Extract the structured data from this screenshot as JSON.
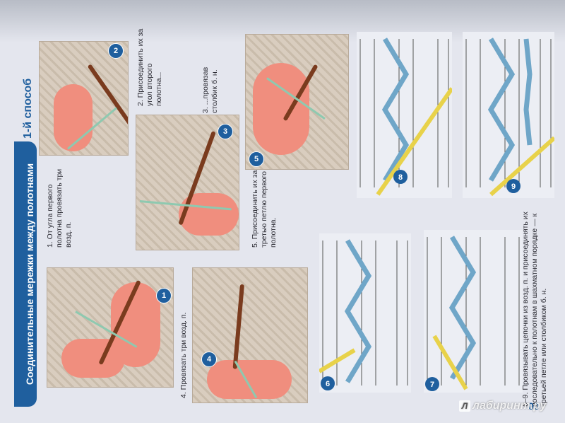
{
  "section": {
    "title": "Соединительные мережки между полотнами",
    "method": "1-й способ",
    "page_number": "00"
  },
  "steps": [
    {
      "n": "1",
      "text": "1. От угла первого полотна провязать три возд. п."
    },
    {
      "n": "2",
      "text": "2. Присоединить их за угол второго полотна..."
    },
    {
      "n": "3",
      "text": "3. ...провязав столбик б. н."
    },
    {
      "n": "4",
      "text": "4. Провязать три возд. п."
    },
    {
      "n": "5",
      "text": "5. Присоединить их за третью петлю первого полотна."
    },
    {
      "n": "6",
      "text": ""
    },
    {
      "n": "7",
      "text": ""
    },
    {
      "n": "8",
      "text": ""
    },
    {
      "n": "9",
      "text": ""
    }
  ],
  "footer": {
    "text": "6–9. Провязывать цепочки из возд. п. и присоединять их последовательно к полотнам в шахматном порядке — к третьей петле или столбиком б. н."
  },
  "watermark": {
    "text": "лабиринт.ру",
    "icon": "Л"
  },
  "colors": {
    "accent": "#1f5f9e",
    "yarn": "#7fb2cf",
    "hook": "#e8d24a"
  }
}
